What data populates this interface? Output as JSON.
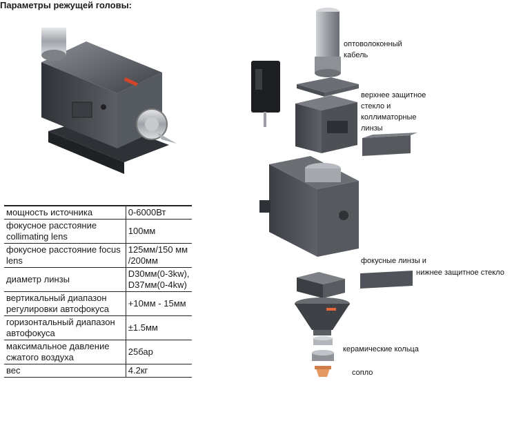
{
  "params": {
    "title": "Параметры режущей головы:",
    "rows": [
      {
        "key": "мощность источника",
        "value": "0-6000Вт"
      },
      {
        "key": "фокусное расстояние collimating lens",
        "value": "100мм"
      },
      {
        "key": "фокусное расстояние focus lens",
        "value": "125мм/150 мм /200мм"
      },
      {
        "key": "диаметр линзы",
        "value": "D30мм(0-3kw), D37мм(0-4kw)"
      },
      {
        "key": "вертикальный диапазон регулировки автофокуса",
        "value": "+10мм - 15мм"
      },
      {
        "key": "горизонтальный диапазон автофокуса",
        "value": "±1.5мм"
      },
      {
        "key": "максимальное давление сжатого воздуха",
        "value": "25бар"
      },
      {
        "key": "вес",
        "value": "4.2кг"
      }
    ]
  },
  "labels": {
    "fiber_cable": "оптоволоконный\nкабель",
    "upper_glass": "верхнее защитное\nстекло и\nколлиматорные\nлинзы",
    "focus_lens": "фокусные линзы и",
    "lower_glass": "нижнее защитное стекло",
    "ceramic_rings": "керамические кольца",
    "nozzle": "сопло"
  },
  "colors": {
    "metal_dark": "#4a4d52",
    "metal_mid": "#6b6f75",
    "metal_light": "#b9bcc0",
    "accent": "#e8673a"
  }
}
